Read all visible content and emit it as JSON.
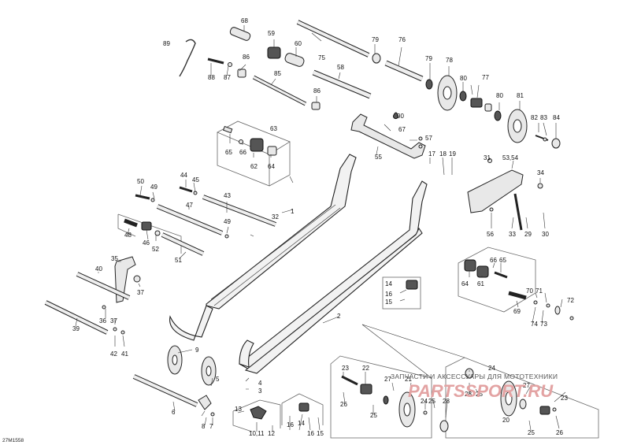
{
  "diagram_code": "27M1558",
  "watermark_text": "ЗАПЧАСТИ И АКСЕССУАРЫ ДЛЯ МОТОТЕХНИКИ",
  "watermark_logo": "PARTSSPORT.RU",
  "labels": [
    {
      "id": "l68",
      "text": "68"
    },
    {
      "id": "l89",
      "text": "89"
    },
    {
      "id": "l59",
      "text": "59"
    },
    {
      "id": "l60",
      "text": "60"
    },
    {
      "id": "l75",
      "text": "75"
    },
    {
      "id": "l79a",
      "text": "79"
    },
    {
      "id": "l76",
      "text": "76"
    },
    {
      "id": "l79b",
      "text": "79"
    },
    {
      "id": "l78",
      "text": "78"
    },
    {
      "id": "l86a",
      "text": "86"
    },
    {
      "id": "l88",
      "text": "88"
    },
    {
      "id": "l87",
      "text": "87"
    },
    {
      "id": "l58",
      "text": "58"
    },
    {
      "id": "l85",
      "text": "85"
    },
    {
      "id": "l80a",
      "text": "80"
    },
    {
      "id": "l77",
      "text": "77"
    },
    {
      "id": "l86b",
      "text": "86"
    },
    {
      "id": "l80b",
      "text": "80"
    },
    {
      "id": "l81",
      "text": "81"
    },
    {
      "id": "l82",
      "text": "82"
    },
    {
      "id": "l83",
      "text": "83"
    },
    {
      "id": "l84",
      "text": "84"
    },
    {
      "id": "l90",
      "text": "90"
    },
    {
      "id": "l67",
      "text": "67"
    },
    {
      "id": "l63",
      "text": "63"
    },
    {
      "id": "l57",
      "text": "57"
    },
    {
      "id": "l65a",
      "text": "65"
    },
    {
      "id": "l66a",
      "text": "66"
    },
    {
      "id": "l62",
      "text": "62"
    },
    {
      "id": "l64a",
      "text": "64"
    },
    {
      "id": "l55",
      "text": "55"
    },
    {
      "id": "l17",
      "text": "17"
    },
    {
      "id": "l18",
      "text": "18"
    },
    {
      "id": "l19",
      "text": "19"
    },
    {
      "id": "l31",
      "text": "31"
    },
    {
      "id": "l5354",
      "text": "53,54"
    },
    {
      "id": "l34",
      "text": "34"
    },
    {
      "id": "l44",
      "text": "44"
    },
    {
      "id": "l45",
      "text": "45"
    },
    {
      "id": "l50",
      "text": "50"
    },
    {
      "id": "l49a",
      "text": "49"
    },
    {
      "id": "l43",
      "text": "43"
    },
    {
      "id": "l47",
      "text": "47"
    },
    {
      "id": "l1",
      "text": "1"
    },
    {
      "id": "l32",
      "text": "32"
    },
    {
      "id": "l49b",
      "text": "49"
    },
    {
      "id": "l48",
      "text": "48"
    },
    {
      "id": "l46",
      "text": "46"
    },
    {
      "id": "l52",
      "text": "52"
    },
    {
      "id": "l51",
      "text": "51"
    },
    {
      "id": "l56",
      "text": "56"
    },
    {
      "id": "l33",
      "text": "33"
    },
    {
      "id": "l29",
      "text": "29"
    },
    {
      "id": "l30",
      "text": "30"
    },
    {
      "id": "l35",
      "text": "35"
    },
    {
      "id": "l40",
      "text": "40"
    },
    {
      "id": "l37a",
      "text": "37"
    },
    {
      "id": "l66b",
      "text": "66"
    },
    {
      "id": "l65b",
      "text": "65"
    },
    {
      "id": "l64b",
      "text": "64"
    },
    {
      "id": "l61",
      "text": "61"
    },
    {
      "id": "l14",
      "text": "14"
    },
    {
      "id": "l16a",
      "text": "16"
    },
    {
      "id": "l15a",
      "text": "15"
    },
    {
      "id": "l70",
      "text": "70"
    },
    {
      "id": "l71",
      "text": "71"
    },
    {
      "id": "l72",
      "text": "72"
    },
    {
      "id": "l69",
      "text": "69"
    },
    {
      "id": "l74",
      "text": "74"
    },
    {
      "id": "l73",
      "text": "73"
    },
    {
      "id": "l36",
      "text": "36"
    },
    {
      "id": "l37b",
      "text": "37"
    },
    {
      "id": "l39",
      "text": "39"
    },
    {
      "id": "l2",
      "text": "2"
    },
    {
      "id": "l42",
      "text": "42"
    },
    {
      "id": "l41",
      "text": "41"
    },
    {
      "id": "l9",
      "text": "9"
    },
    {
      "id": "l4",
      "text": "4"
    },
    {
      "id": "l3",
      "text": "3"
    },
    {
      "id": "l23a",
      "text": "23"
    },
    {
      "id": "l22",
      "text": "22"
    },
    {
      "id": "l24a",
      "text": "24"
    },
    {
      "id": "l27a",
      "text": "27"
    },
    {
      "id": "l21",
      "text": "21"
    },
    {
      "id": "l26a",
      "text": "26"
    },
    {
      "id": "l25a",
      "text": "25"
    },
    {
      "id": "l24b",
      "text": "24"
    },
    {
      "id": "l25b",
      "text": "25"
    },
    {
      "id": "l28a",
      "text": "28"
    },
    {
      "id": "l28b",
      "text": "28"
    },
    {
      "id": "l25c",
      "text": "25"
    },
    {
      "id": "l27b",
      "text": "27"
    },
    {
      "id": "l23b",
      "text": "23"
    },
    {
      "id": "l20",
      "text": "20"
    },
    {
      "id": "l25d",
      "text": "25"
    },
    {
      "id": "l26b",
      "text": "26"
    },
    {
      "id": "l5",
      "text": "5"
    },
    {
      "id": "l6",
      "text": "6"
    },
    {
      "id": "l8",
      "text": "8"
    },
    {
      "id": "l7",
      "text": "7"
    },
    {
      "id": "l13",
      "text": "13"
    },
    {
      "id": "l101112",
      "text": "10,11"
    },
    {
      "id": "l12",
      "text": "12"
    },
    {
      "id": "l16b",
      "text": "16"
    },
    {
      "id": "l14b",
      "text": "14"
    },
    {
      "id": "l16c",
      "text": "16"
    },
    {
      "id": "l15b",
      "text": "15"
    }
  ]
}
